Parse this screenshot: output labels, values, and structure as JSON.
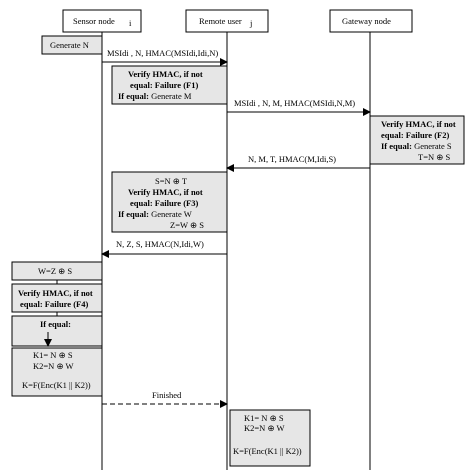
{
  "actors": {
    "sensor": "Sensor node",
    "sensor_sub": "i",
    "remote": "Remote user",
    "remote_sub": "j",
    "gateway": "Gateway node"
  },
  "steps": {
    "generate_n": "Generate N",
    "msg1": "MSIdi , N, HMAC(MSIdi,Idi,N)",
    "verify1": {
      "line1": "Verify HMAC, if not",
      "line2": "equal: Failure (F1)",
      "line3_bold": "If equal:",
      "line3_rest": " Generate M"
    },
    "msg2": "MSIdi , N, M, HMAC(MSIdi,N,M)",
    "verify2": {
      "line1": "Verify HMAC, if not",
      "line2": "equal: Failure (F2)",
      "line3_bold": "If equal:",
      "line3_rest": " Generate S",
      "line4": "T=N ⊕ S"
    },
    "msg3": "N, M, T, HMAC(M,Idi,S)",
    "verify3": {
      "line0": "S=N ⊕ T",
      "line1": "Verify HMAC, if not",
      "line2": "equal: Failure (F3)",
      "line3_bold": "If equal:",
      "line3_rest": " Generate W",
      "line4": "Z=W ⊕ S"
    },
    "msg4": "N, Z, S, HMAC(N,Idi,W)",
    "sensor_w": "W=Z ⊕ S",
    "verify4": {
      "line1": "Verify HMAC, if not",
      "line2": "equal: Failure (F4)"
    },
    "if_equal": "If equal:",
    "sensor_keys": {
      "k1": "K1= N ⊕ S",
      "k2": "K2=N ⊕ W",
      "k": "K=F(Enc(K1 || K2))"
    },
    "finished": "Finished",
    "remote_keys": {
      "k1": "K1= N ⊕ S",
      "k2": "K2=N ⊕ W",
      "k": "K=F(Enc(K1 || K2))"
    }
  }
}
